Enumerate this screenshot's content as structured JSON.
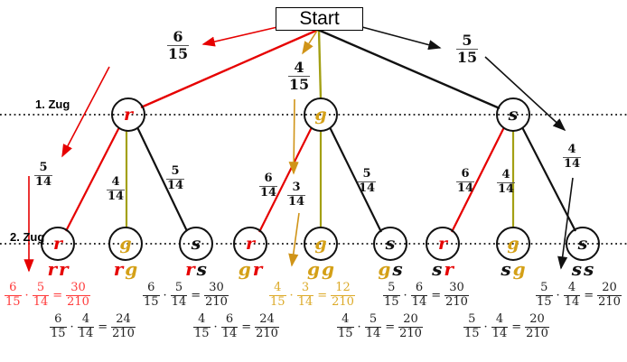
{
  "title": "Start",
  "rows": {
    "zug1": "1. Zug",
    "zug2": "2. Zug"
  },
  "ops": {
    "times": "·",
    "equals": "="
  },
  "colors": {
    "red_line": "#e60000",
    "olive_line": "#a3a014",
    "gold_arrow": "#d09418",
    "black_line": "#111111",
    "letter_red": "#e60000",
    "letter_gold": "#d4a017",
    "letter_black": "#111111",
    "formula_red": "#ff3b3b",
    "formula_gold": "#dcaa28",
    "formula_black": "#222222"
  },
  "tree": {
    "branches1": [
      {
        "letter": "r",
        "num": "6",
        "den": "15"
      },
      {
        "letter": "g",
        "num": "4",
        "den": "15"
      },
      {
        "letter": "s",
        "num": "5",
        "den": "15"
      }
    ],
    "branches2": [
      {
        "parent": "r",
        "letter": "r",
        "num": "5",
        "den": "14"
      },
      {
        "parent": "r",
        "letter": "g",
        "num": "4",
        "den": "14"
      },
      {
        "parent": "r",
        "letter": "s",
        "num": "5",
        "den": "14"
      },
      {
        "parent": "g",
        "letter": "r",
        "num": "6",
        "den": "14"
      },
      {
        "parent": "g",
        "letter": "g",
        "num": "3",
        "den": "14"
      },
      {
        "parent": "g",
        "letter": "s",
        "num": "5",
        "den": "14"
      },
      {
        "parent": "s",
        "letter": "r",
        "num": "6",
        "den": "14"
      },
      {
        "parent": "s",
        "letter": "g",
        "num": "4",
        "den": "14"
      },
      {
        "parent": "s",
        "letter": "s",
        "num": "4",
        "den": "14"
      }
    ],
    "outcomes": [
      {
        "first": "r",
        "second": "r"
      },
      {
        "first": "r",
        "second": "g"
      },
      {
        "first": "r",
        "second": "s"
      },
      {
        "first": "g",
        "second": "r"
      },
      {
        "first": "g",
        "second": "g"
      },
      {
        "first": "g",
        "second": "s"
      },
      {
        "first": "s",
        "second": "r"
      },
      {
        "first": "s",
        "second": "g"
      },
      {
        "first": "s",
        "second": "s"
      }
    ],
    "formulas": [
      {
        "outcome": "rr",
        "a_num": "6",
        "a_den": "15",
        "b_num": "5",
        "b_den": "14",
        "r_num": "30",
        "r_den": "210"
      },
      {
        "outcome": "rg",
        "a_num": "6",
        "a_den": "15",
        "b_num": "4",
        "b_den": "14",
        "r_num": "24",
        "r_den": "210"
      },
      {
        "outcome": "rs",
        "a_num": "6",
        "a_den": "15",
        "b_num": "5",
        "b_den": "14",
        "r_num": "30",
        "r_den": "210"
      },
      {
        "outcome": "gr",
        "a_num": "4",
        "a_den": "15",
        "b_num": "6",
        "b_den": "14",
        "r_num": "24",
        "r_den": "210"
      },
      {
        "outcome": "gg",
        "a_num": "4",
        "a_den": "15",
        "b_num": "3",
        "b_den": "14",
        "r_num": "12",
        "r_den": "210"
      },
      {
        "outcome": "gs",
        "a_num": "4",
        "a_den": "15",
        "b_num": "5",
        "b_den": "14",
        "r_num": "20",
        "r_den": "210"
      },
      {
        "outcome": "sr",
        "a_num": "5",
        "a_den": "15",
        "b_num": "6",
        "b_den": "14",
        "r_num": "30",
        "r_den": "210"
      },
      {
        "outcome": "sg",
        "a_num": "5",
        "a_den": "15",
        "b_num": "4",
        "b_den": "14",
        "r_num": "20",
        "r_den": "210"
      },
      {
        "outcome": "ss",
        "a_num": "5",
        "a_den": "15",
        "b_num": "4",
        "b_den": "14",
        "r_num": "20",
        "r_den": "210"
      }
    ]
  }
}
